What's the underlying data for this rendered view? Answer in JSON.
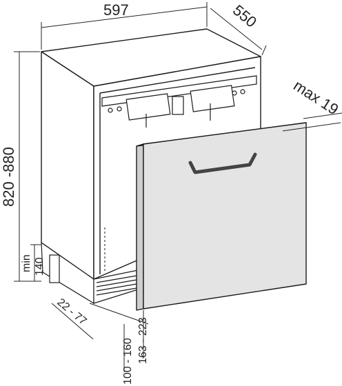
{
  "dimensions": {
    "width": "597",
    "depth": "550",
    "height": "820 -880",
    "panel_thickness": "max 19",
    "min_label": "min",
    "min_value": "140",
    "plinth_setback": "22 - 77",
    "plinth_height": "100 - 160",
    "plinth_total": "163 - 223"
  },
  "colors": {
    "line": "#1a1a1a",
    "panel_face": "#e4e4e4",
    "panel_side": "#cfcfcf",
    "handle": "#444444",
    "body_face": "#ffffff",
    "dimension": "#222222"
  }
}
